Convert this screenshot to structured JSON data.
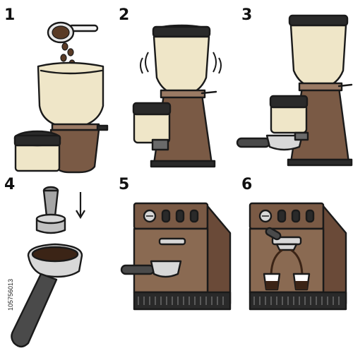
{
  "steps": [
    {
      "number": "1"
    },
    {
      "number": "2"
    },
    {
      "number": "3"
    },
    {
      "number": "4"
    },
    {
      "number": "5"
    },
    {
      "number": "6"
    }
  ],
  "side_id": "105756013",
  "colors": {
    "cream": "#efe6c8",
    "brown": "#7a5a45",
    "dark": "#2a2a2a",
    "gray": "#6a6a6a",
    "silver": "#d8d8d8",
    "bean": "#5a3b26",
    "grounds": "#3b2416"
  },
  "icons": {
    "step1": "pour-beans-into-grinder-icon",
    "step2": "grinding-grinder-icon",
    "step3": "grinder-with-portafilter-icon",
    "step4": "tamper-and-portafilter-icon",
    "step5": "espresso-machine-with-portafilter-icon",
    "step6": "espresso-machine-pouring-two-cups-icon"
  }
}
